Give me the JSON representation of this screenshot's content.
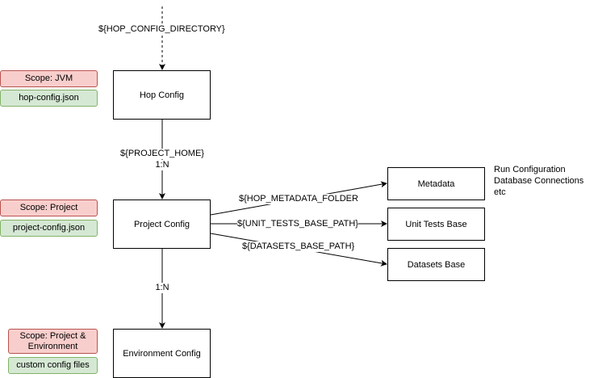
{
  "nodes": {
    "hop_config": "Hop Config",
    "project_config": "Project Config",
    "environment_config": "Environment Config",
    "metadata": "Metadata",
    "unit_tests_base": "Unit Tests Base",
    "datasets_base": "Datasets Base"
  },
  "tags": {
    "scope_jvm": "Scope: JVM",
    "hop_config_json": "hop-config.json",
    "scope_project": "Scope: Project",
    "project_config_json": "project-config.json",
    "scope_project_env_line1": "Scope: Project &",
    "scope_project_env_line2": "Environment",
    "custom_config_files": "custom config files"
  },
  "edge_labels": {
    "hop_config_directory": "${HOP_CONFIG_DIRECTORY}",
    "project_home": "${PROJECT_HOME}",
    "project_home_cardinality": "1:N",
    "env_cardinality": "1:N",
    "hop_metadata_folder": "${HOP_METADATA_FOLDER",
    "unit_tests_base_path": "${UNIT_TESTS_BASE_PATH}",
    "datasets_base_path": "${DATASETS_BASE_PATH}"
  },
  "notes": {
    "metadata_line1": "Run Configuration",
    "metadata_line2": "Database Connections",
    "metadata_line3": "etc"
  },
  "colors": {
    "scope_fill": "#f8cecc",
    "scope_stroke": "#b85450",
    "file_fill": "#d5e8d4",
    "file_stroke": "#82b366"
  }
}
